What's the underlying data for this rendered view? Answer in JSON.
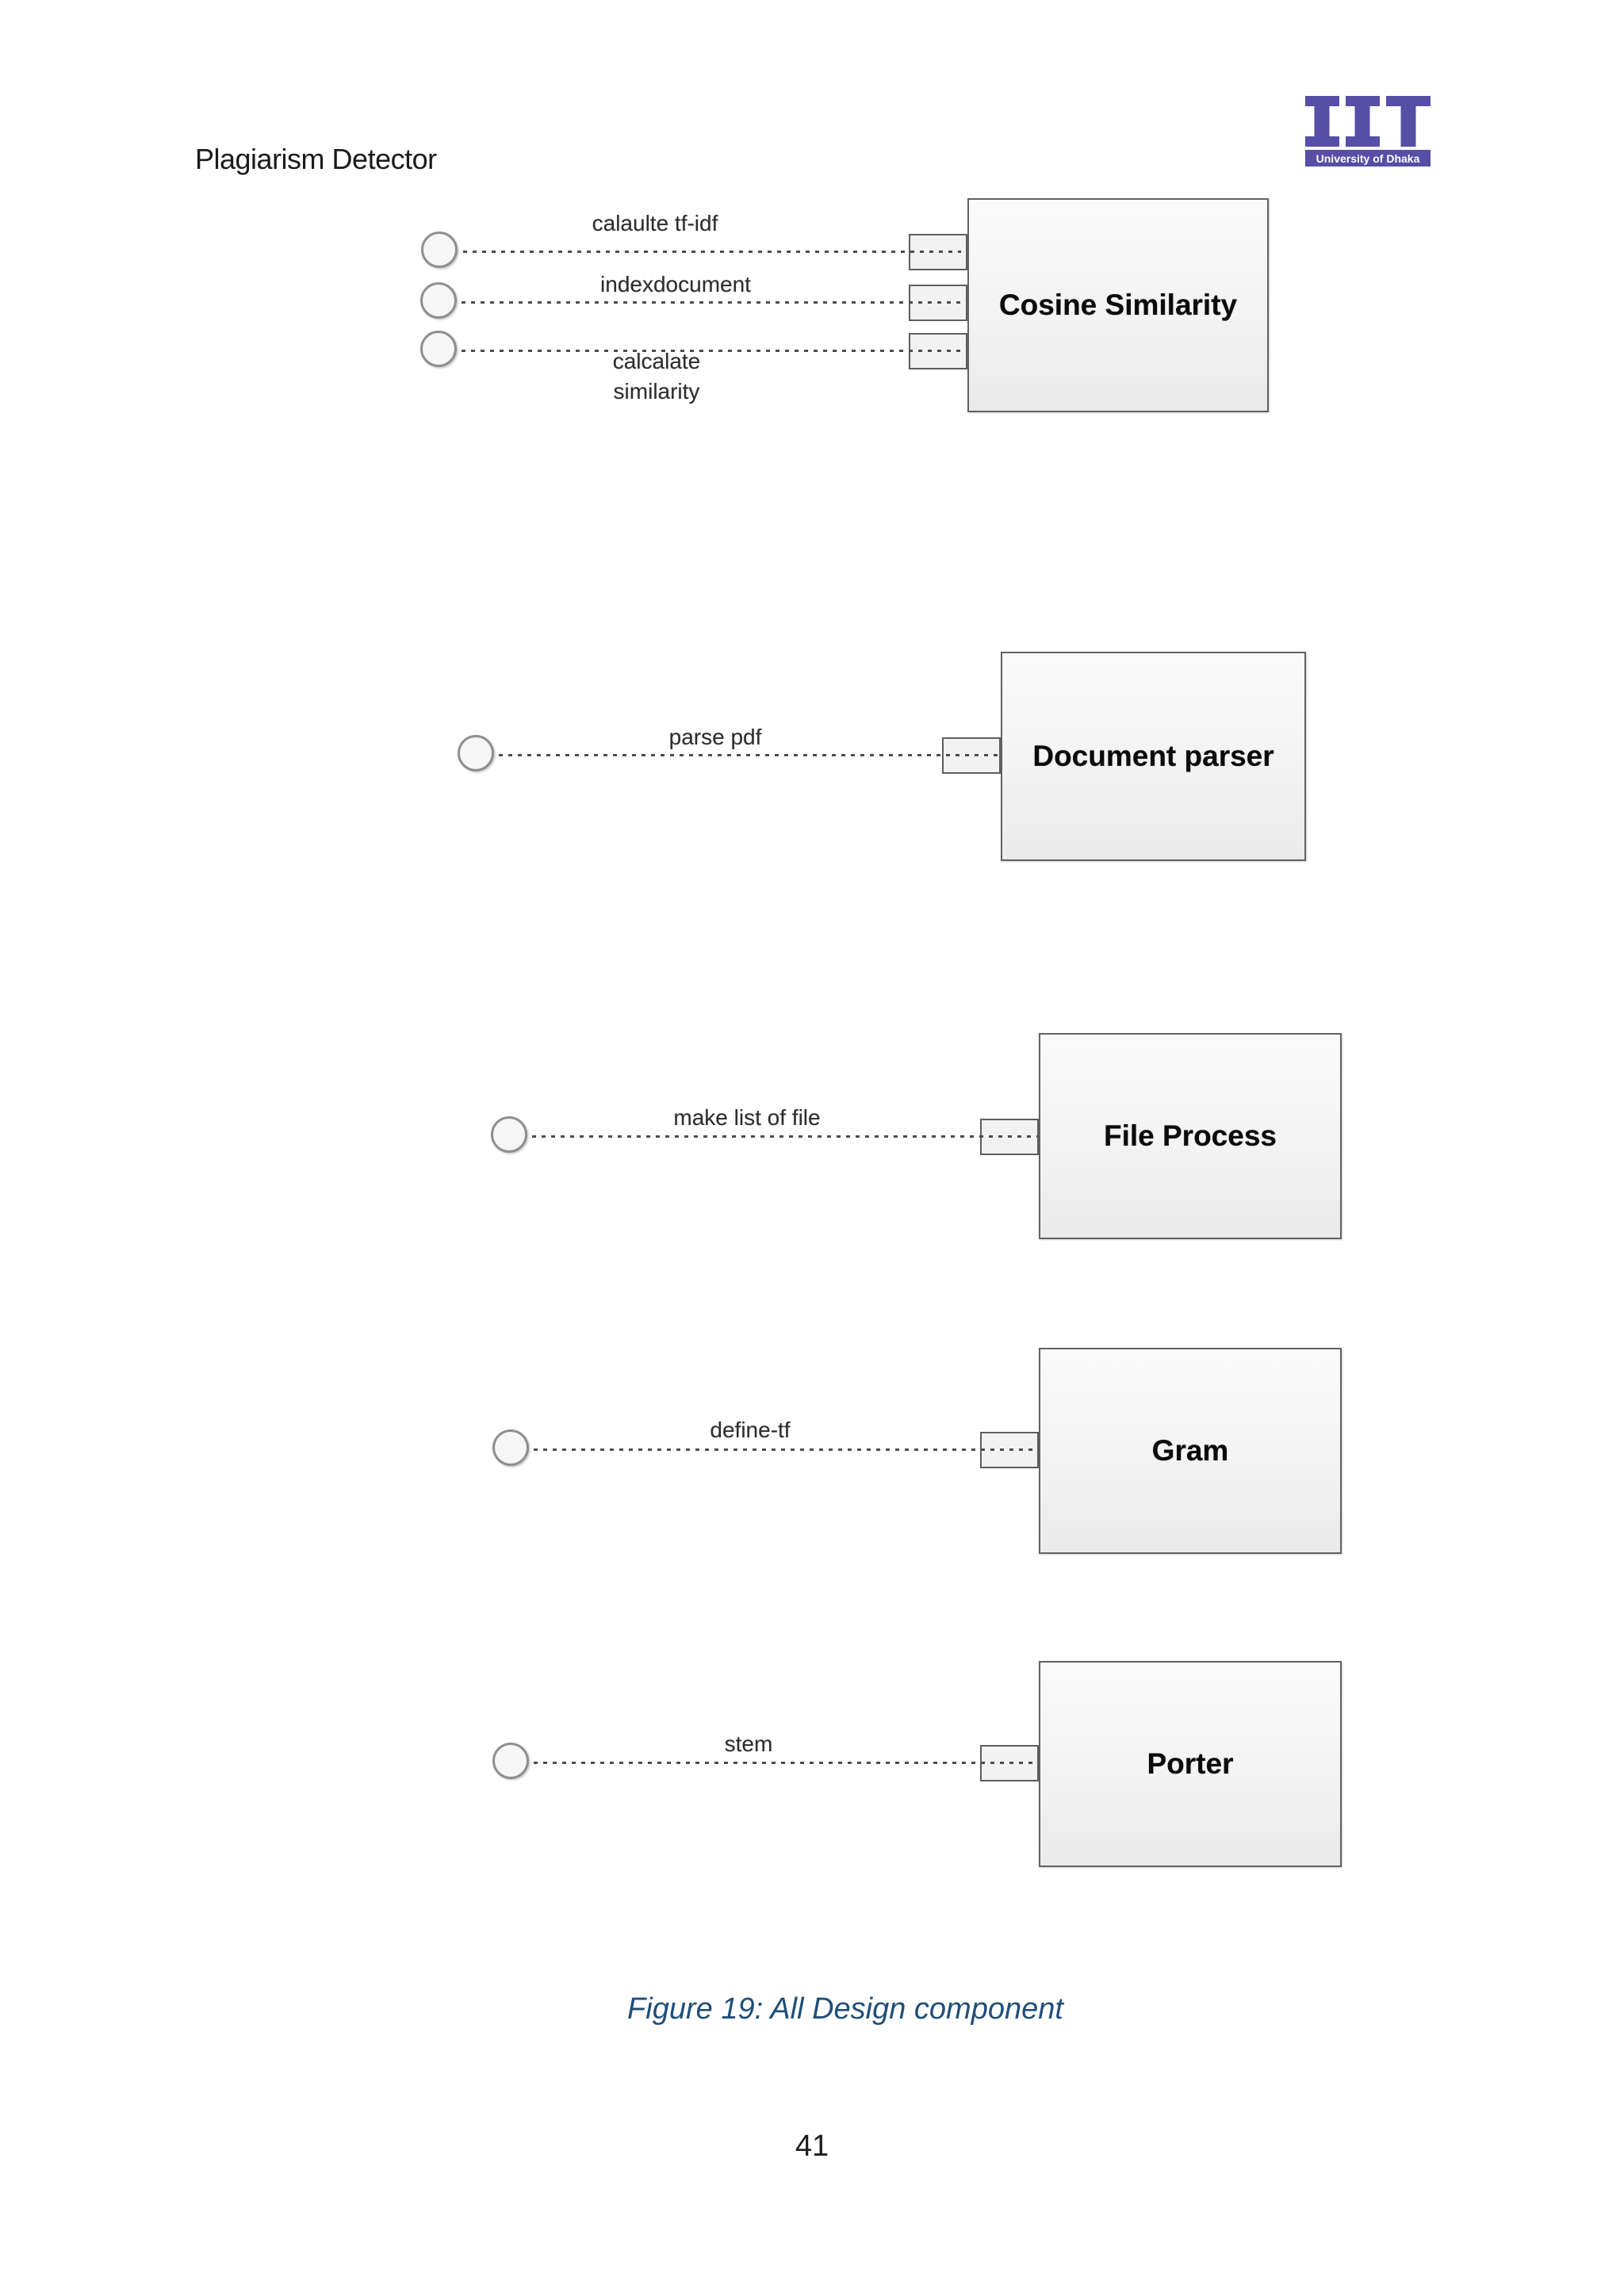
{
  "page": {
    "header_title": "Plagiarism Detector",
    "caption": "Figure 19: All Design component",
    "page_number": "41"
  },
  "logo": {
    "acronym": "IIT",
    "subtitle": "University of Dhaka",
    "color": "#574EA6"
  },
  "colors": {
    "caption_blue": "#1F4E79",
    "box_border": "#626262",
    "dash_line": "#4D4D4D",
    "box_fill": "#F3F3F3"
  },
  "diagram": {
    "cosine": {
      "name": "Cosine Similarity",
      "if1": "calaulte tf-idf",
      "if2": "indexdocument",
      "if3_line1": "calcalate",
      "if3_line2": "similarity"
    },
    "parser": {
      "name": "Document parser",
      "if1": "parse pdf"
    },
    "file": {
      "name": "File Process",
      "if1": "make list of file"
    },
    "gram": {
      "name": "Gram",
      "if1": "define-tf"
    },
    "porter": {
      "name": "Porter",
      "if1": "stem"
    }
  }
}
